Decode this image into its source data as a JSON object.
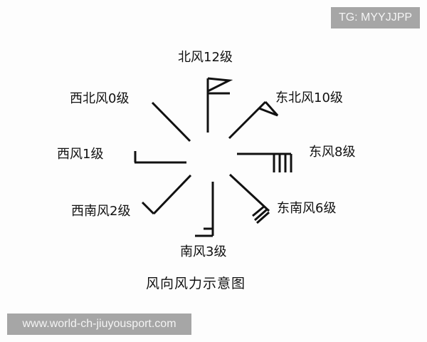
{
  "watermarks": {
    "top_right": "TG: MYYJJPP",
    "bottom_left": "www.world-ch-jiuyousport.com"
  },
  "diagram": {
    "caption": "风向风力示意图",
    "labels": {
      "north": "北风12级",
      "northeast": "东北风10级",
      "east": "东风8级",
      "southeast": "东南风6级",
      "south": "南风3级",
      "southwest": "西南风2级",
      "west": "西风1级",
      "northwest": "西北风0级"
    },
    "stroke_color": "#111111"
  }
}
